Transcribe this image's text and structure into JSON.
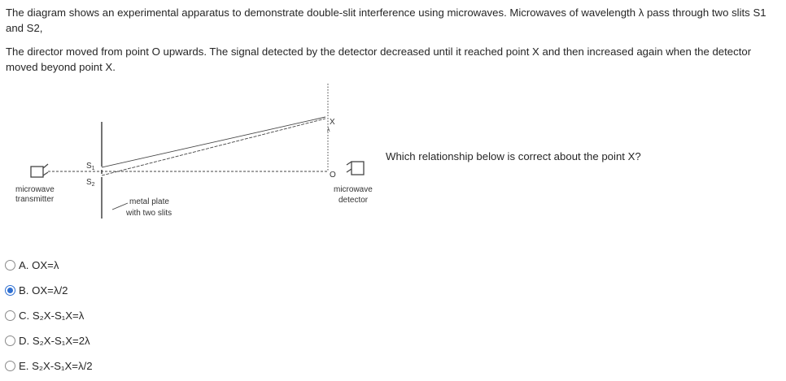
{
  "question": {
    "paragraph1": "The diagram shows an experimental apparatus to demonstrate double-slit interference using microwaves. Microwaves of wavelength λ pass through two slits S1 and S2,",
    "paragraph2": "The director moved from point O upwards. The signal detected by the detector decreased until it reached point X and then increased again when the detector moved beyond point X.",
    "prompt": "Which relationship below is correct about the point X?"
  },
  "diagram": {
    "transmitter_label_line1": "microwave",
    "transmitter_label_line2": "transmitter",
    "detector_label_line1": "microwave",
    "detector_label_line2": "detector",
    "plate_label_line1": "metal plate",
    "plate_label_line2": "with two slits",
    "slit1": "S",
    "slit1_sub": "1",
    "slit2": "S",
    "slit2_sub": "2",
    "point_o": "O",
    "point_x": "X",
    "lambda_mark": "λ"
  },
  "options": [
    {
      "id": "A",
      "label": "A. OX=λ",
      "selected": false
    },
    {
      "id": "B",
      "label": "B. OX=λ/2",
      "selected": true
    },
    {
      "id": "C",
      "label": "C. S₂X-S₁X=λ",
      "selected": false
    },
    {
      "id": "D",
      "label": "D. S₂X-S₁X=2λ",
      "selected": false
    },
    {
      "id": "E",
      "label": "E. S₂X-S₁X=λ/2",
      "selected": false
    }
  ],
  "colors": {
    "accent": "#2f6fd1",
    "text": "#262626"
  }
}
